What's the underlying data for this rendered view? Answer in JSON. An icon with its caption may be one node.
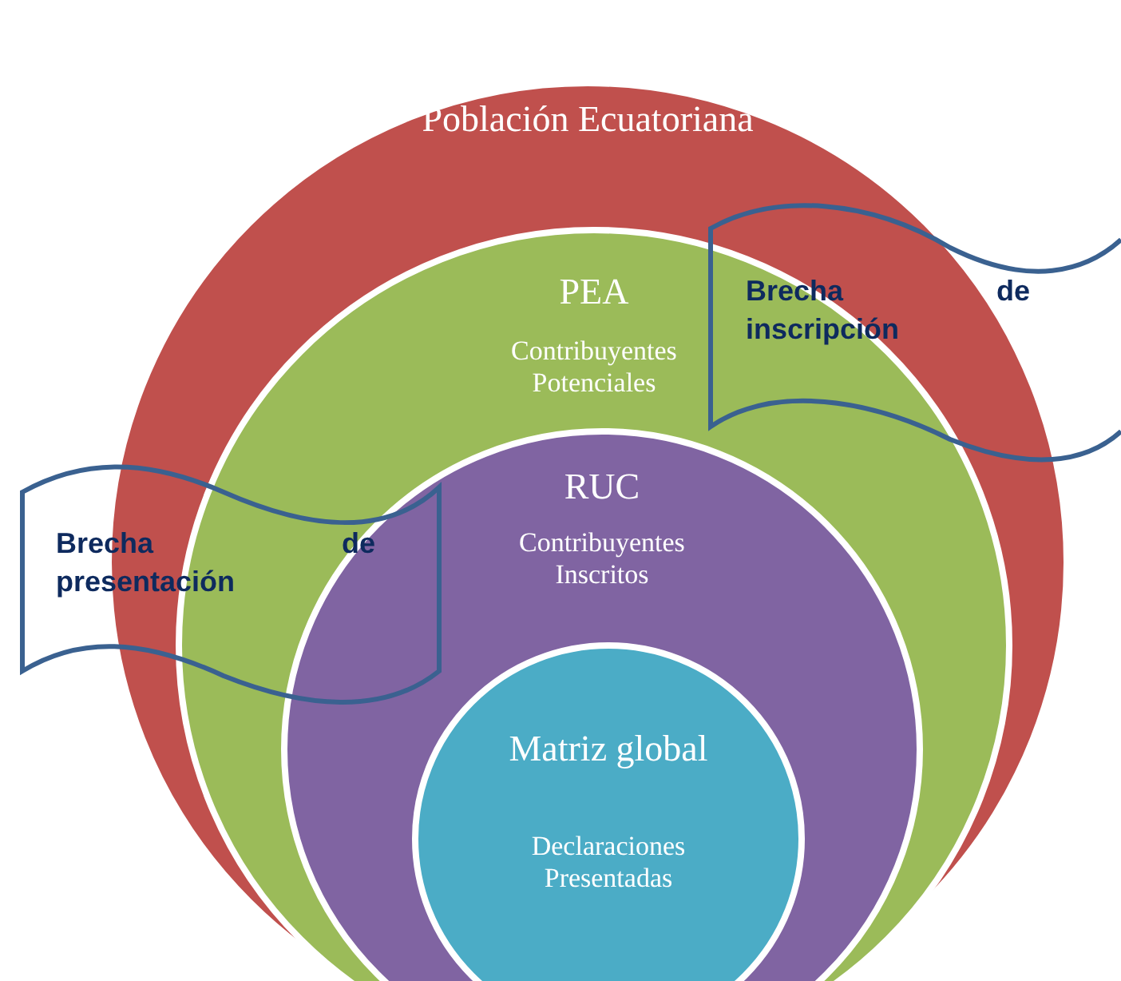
{
  "diagram": {
    "nodes": [
      {
        "text": [
          "Población Ecuatoriana"
        ]
      },
      {
        "text": [
          "PEA",
          "Contribuyentes Potenciales"
        ],
        "in": 0
      },
      {
        "text": [
          "RUC",
          "Contribuyentes Inscritos"
        ],
        "in": 1
      },
      {
        "text": [
          "Matriz global",
          "Declaraciones Presentadas"
        ],
        "in": 2
      },
      {
        "text": [
          "Brecha de inscripción"
        ]
      },
      {
        "text": [
          "Brecha de presentación"
        ]
      }
    ]
  }
}
